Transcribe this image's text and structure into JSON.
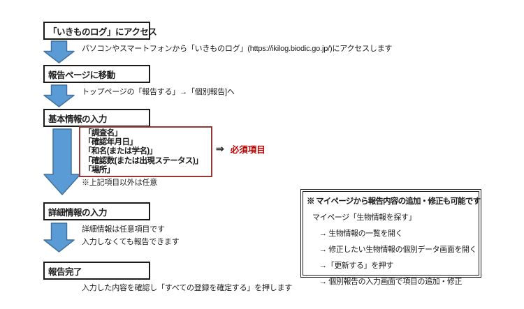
{
  "colors": {
    "arrow_fill": "#5B9BD5",
    "arrow_stroke": "#41719C",
    "step_box_border": "#1a1a1a",
    "required_box_border": "#953735",
    "required_label_color": "#C00000",
    "text_color": "#1a1a1a",
    "background": "#ffffff"
  },
  "flow": {
    "steps": [
      {
        "label": "「いきものログ」にアクセス",
        "description": "パソコンやスマートフォンから「いきものログ」(https://ikilog.biodic.go.jp/)にアクセスします"
      },
      {
        "label": "報告ページに移動",
        "description": "トップページの「報告する」→「個別報告]へ"
      },
      {
        "label": "基本情報の入力",
        "required_items": [
          "「調査名」",
          "「確認年月日」",
          "「和名(または学名)」",
          "「確認数(または出現ステータス)」",
          "「場所」"
        ],
        "pointer_glyph": "⇒",
        "required_label": "必須項目",
        "note": "※上記項目以外は任意"
      },
      {
        "label": "詳細情報の入力",
        "description_line1": "詳細情報は任意項目です",
        "description_line2": "入力しなくても報告できます"
      },
      {
        "label": "報告完了",
        "description": "入力した内容を確認し「すべての登録を確定する」を押します"
      }
    ]
  },
  "side_note": {
    "title": "※ マイページから報告内容の追加・修正も可能です",
    "lines": [
      "マイページ「生物情報を探す」",
      "→ 生物情報の一覧を開く",
      "→ 修正したい生物情報の個別データ画面を開く",
      "→「更新する」を押す",
      "→ 個別報告の入力画面で項目の追加・修正"
    ]
  }
}
